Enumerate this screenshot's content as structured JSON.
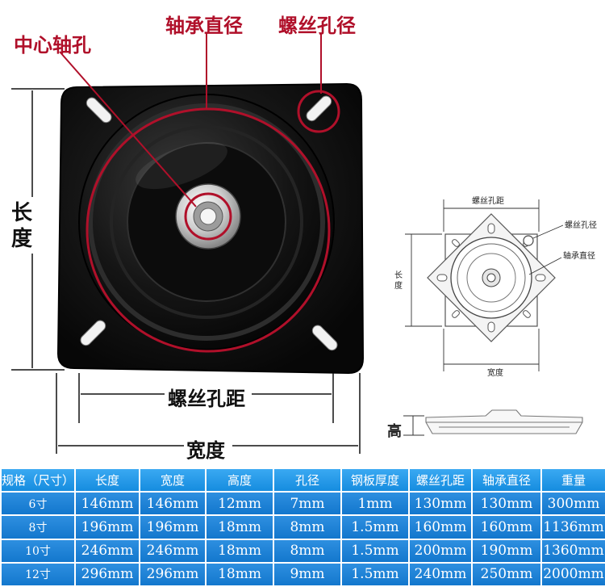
{
  "labels": {
    "center_hole": "中心轴孔",
    "bearing_diameter": "轴承直径",
    "screw_hole_diameter": "螺丝孔径",
    "length": "长度",
    "screw_hole_distance": "螺丝孔距",
    "width": "宽度"
  },
  "diagram": {
    "screw_hole_distance": "螺丝孔距",
    "screw_hole_diameter": "螺丝孔径",
    "bearing_diameter": "轴承直径",
    "length": "长度",
    "width": "宽度"
  },
  "side_view": {
    "height": "高"
  },
  "colors": {
    "accent_red": "#b0102a",
    "header_blue": "#2a9deb",
    "row_blue": "#1a80d4"
  },
  "table": {
    "headers": [
      "规格（尺寸）",
      "长度",
      "宽度",
      "高度",
      "孔径",
      "钢板厚度",
      "螺丝孔距",
      "轴承直径",
      "重量"
    ],
    "rows": [
      [
        "6寸",
        "146mm",
        "146mm",
        "12mm",
        "7mm",
        "1mm",
        "130mm",
        "130mm",
        "300mm"
      ],
      [
        "8寸",
        "196mm",
        "196mm",
        "18mm",
        "8mm",
        "1.5mm",
        "160mm",
        "160mm",
        "1136mm"
      ],
      [
        "10寸",
        "246mm",
        "246mm",
        "18mm",
        "8mm",
        "1.5mm",
        "200mm",
        "190mm",
        "1360mm"
      ],
      [
        "12寸",
        "296mm",
        "296mm",
        "18mm",
        "9mm",
        "1.5mm",
        "240mm",
        "250mm",
        "2000mm"
      ]
    ]
  }
}
